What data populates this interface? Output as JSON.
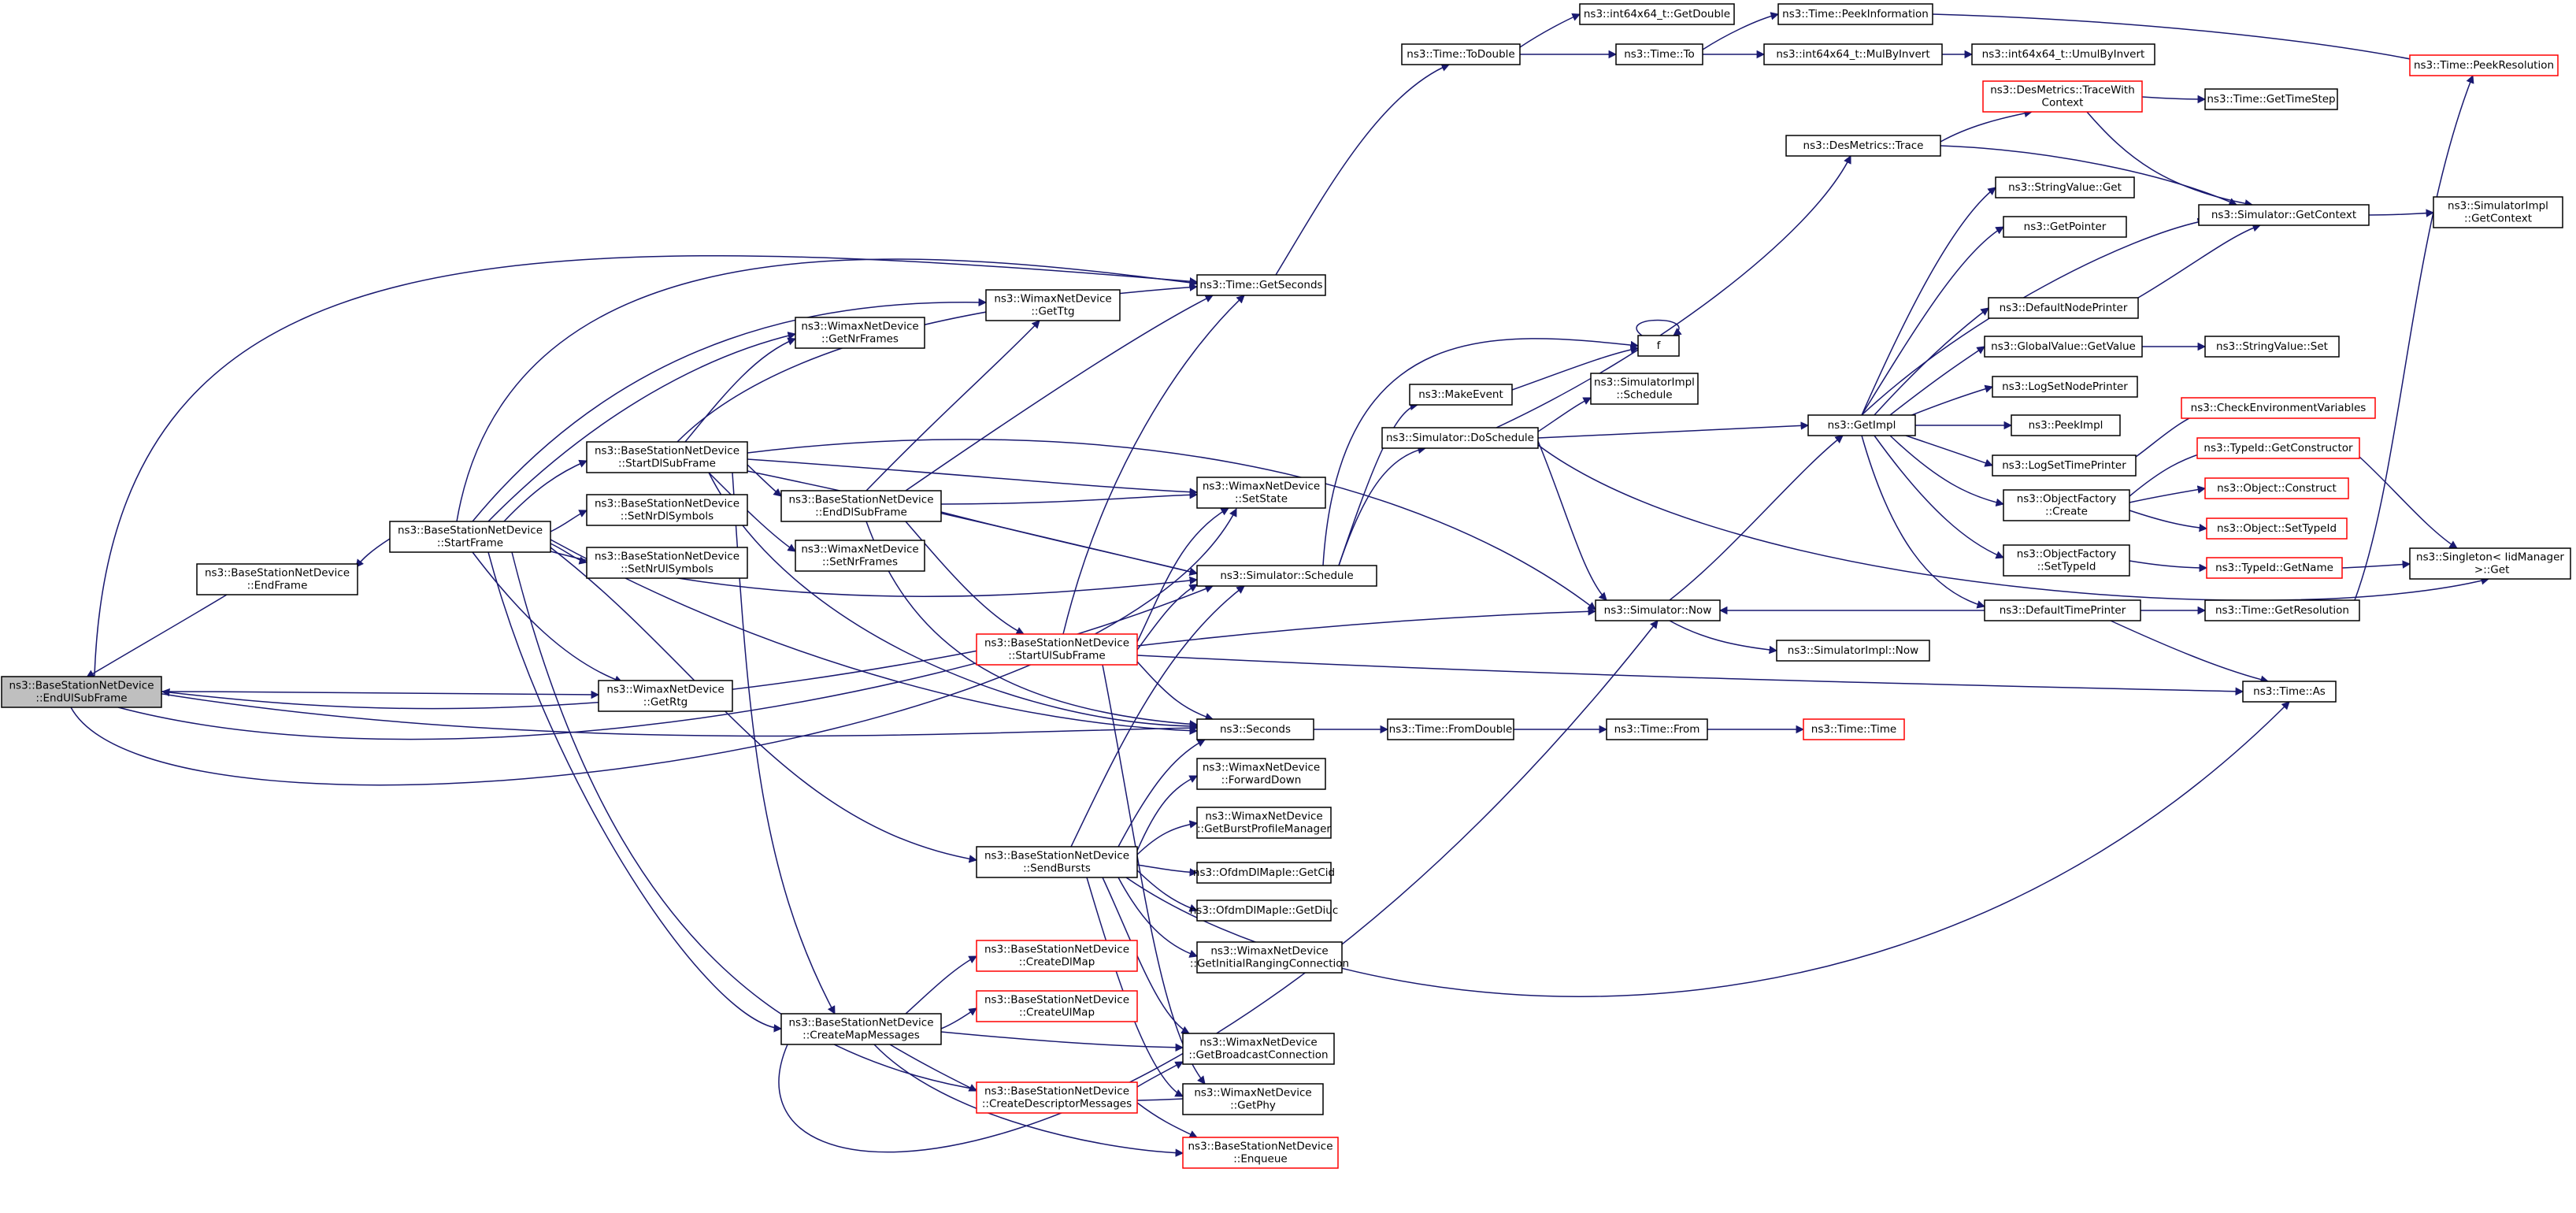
{
  "graph": {
    "nodes": [
      {
        "id": "end_ul",
        "lines": [
          "ns3::BaseStationNetDevice",
          "::EndUlSubFrame"
        ],
        "style": "current"
      },
      {
        "id": "end_frame",
        "lines": [
          "ns3::BaseStationNetDevice",
          "::EndFrame"
        ],
        "style": "normal"
      },
      {
        "id": "start_frame",
        "lines": [
          "ns3::BaseStationNetDevice",
          "::StartFrame"
        ],
        "style": "normal"
      },
      {
        "id": "start_dl",
        "lines": [
          "ns3::BaseStationNetDevice",
          "::StartDlSubFrame"
        ],
        "style": "normal"
      },
      {
        "id": "set_nr_dl",
        "lines": [
          "ns3::BaseStationNetDevice",
          "::SetNrDlSymbols"
        ],
        "style": "normal"
      },
      {
        "id": "set_nr_ul",
        "lines": [
          "ns3::BaseStationNetDevice",
          "::SetNrUlSymbols"
        ],
        "style": "normal"
      },
      {
        "id": "end_dl",
        "lines": [
          "ns3::BaseStationNetDevice",
          "::EndDlSubFrame"
        ],
        "style": "normal"
      },
      {
        "id": "get_nr_frames",
        "lines": [
          "ns3::WimaxNetDevice",
          "::GetNrFrames"
        ],
        "style": "normal"
      },
      {
        "id": "set_nr_frames",
        "lines": [
          "ns3::WimaxNetDevice",
          "::SetNrFrames"
        ],
        "style": "normal"
      },
      {
        "id": "get_ttg",
        "lines": [
          "ns3::WimaxNetDevice",
          "::GetTtg"
        ],
        "style": "normal"
      },
      {
        "id": "get_rtg",
        "lines": [
          "ns3::WimaxNetDevice",
          "::GetRtg"
        ],
        "style": "normal"
      },
      {
        "id": "start_ul",
        "lines": [
          "ns3::BaseStationNetDevice",
          "::StartUlSubFrame"
        ],
        "style": "red"
      },
      {
        "id": "send_bursts",
        "lines": [
          "ns3::BaseStationNetDevice",
          "::SendBursts"
        ],
        "style": "normal"
      },
      {
        "id": "create_map",
        "lines": [
          "ns3::BaseStationNetDevice",
          "::CreateMapMessages"
        ],
        "style": "normal"
      },
      {
        "id": "create_dl_map",
        "lines": [
          "ns3::BaseStationNetDevice",
          "::CreateDlMap"
        ],
        "style": "red"
      },
      {
        "id": "create_ul_map",
        "lines": [
          "ns3::BaseStationNetDevice",
          "::CreateUlMap"
        ],
        "style": "red"
      },
      {
        "id": "create_desc",
        "lines": [
          "ns3::BaseStationNetDevice",
          "::CreateDescriptorMessages"
        ],
        "style": "red"
      },
      {
        "id": "enqueue",
        "lines": [
          "ns3::BaseStationNetDevice",
          "::Enqueue"
        ],
        "style": "red"
      },
      {
        "id": "get_seconds",
        "lines": [
          "ns3::Time::GetSeconds"
        ],
        "style": "normal"
      },
      {
        "id": "set_state",
        "lines": [
          "ns3::WimaxNetDevice",
          "::SetState"
        ],
        "style": "normal"
      },
      {
        "id": "schedule",
        "lines": [
          "ns3::Simulator::Schedule"
        ],
        "style": "normal"
      },
      {
        "id": "seconds",
        "lines": [
          "ns3::Seconds"
        ],
        "style": "normal"
      },
      {
        "id": "forward_down",
        "lines": [
          "ns3::WimaxNetDevice",
          "::ForwardDown"
        ],
        "style": "normal"
      },
      {
        "id": "get_burst_pm",
        "lines": [
          "ns3::WimaxNetDevice",
          "::GetBurstProfileManager"
        ],
        "style": "normal"
      },
      {
        "id": "get_cid",
        "lines": [
          "ns3::OfdmDlMapIe::GetCid"
        ],
        "style": "normal"
      },
      {
        "id": "get_diuc",
        "lines": [
          "ns3::OfdmDlMapIe::GetDiuc"
        ],
        "style": "normal"
      },
      {
        "id": "get_init_rc",
        "lines": [
          "ns3::WimaxNetDevice",
          "::GetInitialRangingConnection"
        ],
        "style": "normal"
      },
      {
        "id": "get_bc",
        "lines": [
          "ns3::WimaxNetDevice",
          "::GetBroadcastConnection"
        ],
        "style": "normal"
      },
      {
        "id": "get_phy",
        "lines": [
          "ns3::WimaxNetDevice",
          "::GetPhy"
        ],
        "style": "normal"
      },
      {
        "id": "to_double",
        "lines": [
          "ns3::Time::ToDouble"
        ],
        "style": "normal"
      },
      {
        "id": "get_double",
        "lines": [
          "ns3::int64x64_t::GetDouble"
        ],
        "style": "normal"
      },
      {
        "id": "time_to",
        "lines": [
          "ns3::Time::To"
        ],
        "style": "normal"
      },
      {
        "id": "peek_info",
        "lines": [
          "ns3::Time::PeekInformation"
        ],
        "style": "normal"
      },
      {
        "id": "mul_by_invert",
        "lines": [
          "ns3::int64x64_t::MulByInvert"
        ],
        "style": "normal"
      },
      {
        "id": "umul_by_invert",
        "lines": [
          "ns3::int64x64_t::UmulByInvert"
        ],
        "style": "normal"
      },
      {
        "id": "peek_res",
        "lines": [
          "ns3::Time::PeekResolution"
        ],
        "style": "red"
      },
      {
        "id": "make_event",
        "lines": [
          "ns3::MakeEvent"
        ],
        "style": "normal"
      },
      {
        "id": "f",
        "lines": [
          "f"
        ],
        "style": "normal"
      },
      {
        "id": "do_schedule",
        "lines": [
          "ns3::Simulator::DoSchedule"
        ],
        "style": "normal"
      },
      {
        "id": "simimpl_sched",
        "lines": [
          "ns3::SimulatorImpl",
          "::Schedule"
        ],
        "style": "normal"
      },
      {
        "id": "sim_now",
        "lines": [
          "ns3::Simulator::Now"
        ],
        "style": "normal"
      },
      {
        "id": "simimpl_now",
        "lines": [
          "ns3::SimulatorImpl::Now"
        ],
        "style": "normal"
      },
      {
        "id": "from_double",
        "lines": [
          "ns3::Time::FromDouble"
        ],
        "style": "normal"
      },
      {
        "id": "time_from",
        "lines": [
          "ns3::Time::From"
        ],
        "style": "normal"
      },
      {
        "id": "time_time",
        "lines": [
          "ns3::Time::Time"
        ],
        "style": "red"
      },
      {
        "id": "des_trace",
        "lines": [
          "ns3::DesMetrics::Trace"
        ],
        "style": "normal"
      },
      {
        "id": "trace_ctx",
        "lines": [
          "ns3::DesMetrics::TraceWith",
          "Context"
        ],
        "style": "red"
      },
      {
        "id": "get_timestep",
        "lines": [
          "ns3::Time::GetTimeStep"
        ],
        "style": "normal"
      },
      {
        "id": "get_context",
        "lines": [
          "ns3::Simulator::GetContext"
        ],
        "style": "normal"
      },
      {
        "id": "simimpl_ctx",
        "lines": [
          "ns3::SimulatorImpl",
          "::GetContext"
        ],
        "style": "normal"
      },
      {
        "id": "get_impl",
        "lines": [
          "ns3::GetImpl"
        ],
        "style": "normal"
      },
      {
        "id": "sv_get",
        "lines": [
          "ns3::StringValue::Get"
        ],
        "style": "normal"
      },
      {
        "id": "get_pointer",
        "lines": [
          "ns3::GetPointer"
        ],
        "style": "normal"
      },
      {
        "id": "def_node_printer",
        "lines": [
          "ns3::DefaultNodePrinter"
        ],
        "style": "normal"
      },
      {
        "id": "gv_getvalue",
        "lines": [
          "ns3::GlobalValue::GetValue"
        ],
        "style": "normal"
      },
      {
        "id": "sv_set",
        "lines": [
          "ns3::StringValue::Set"
        ],
        "style": "normal"
      },
      {
        "id": "log_node_printer",
        "lines": [
          "ns3::LogSetNodePrinter"
        ],
        "style": "normal"
      },
      {
        "id": "peek_impl",
        "lines": [
          "ns3::PeekImpl"
        ],
        "style": "normal"
      },
      {
        "id": "log_time_printer",
        "lines": [
          "ns3::LogSetTimePrinter"
        ],
        "style": "normal"
      },
      {
        "id": "check_env",
        "lines": [
          "ns3::CheckEnvironmentVariables"
        ],
        "style": "red"
      },
      {
        "id": "of_create",
        "lines": [
          "ns3::ObjectFactory",
          "::Create"
        ],
        "style": "normal"
      },
      {
        "id": "typeid_getctor",
        "lines": [
          "ns3::TypeId::GetConstructor"
        ],
        "style": "red"
      },
      {
        "id": "obj_construct",
        "lines": [
          "ns3::Object::Construct"
        ],
        "style": "red"
      },
      {
        "id": "obj_settypeid",
        "lines": [
          "ns3::Object::SetTypeId"
        ],
        "style": "red"
      },
      {
        "id": "of_settypeid",
        "lines": [
          "ns3::ObjectFactory",
          "::SetTypeId"
        ],
        "style": "normal"
      },
      {
        "id": "typeid_getname",
        "lines": [
          "ns3::TypeId::GetName"
        ],
        "style": "red"
      },
      {
        "id": "singleton_get",
        "lines": [
          "ns3::Singleton< IidManager",
          " >::Get"
        ],
        "style": "normal"
      },
      {
        "id": "def_time_printer",
        "lines": [
          "ns3::DefaultTimePrinter"
        ],
        "style": "normal"
      },
      {
        "id": "get_resolution",
        "lines": [
          "ns3::Time::GetResolution"
        ],
        "style": "normal"
      },
      {
        "id": "time_as",
        "lines": [
          "ns3::Time::As"
        ],
        "style": "normal"
      }
    ]
  }
}
